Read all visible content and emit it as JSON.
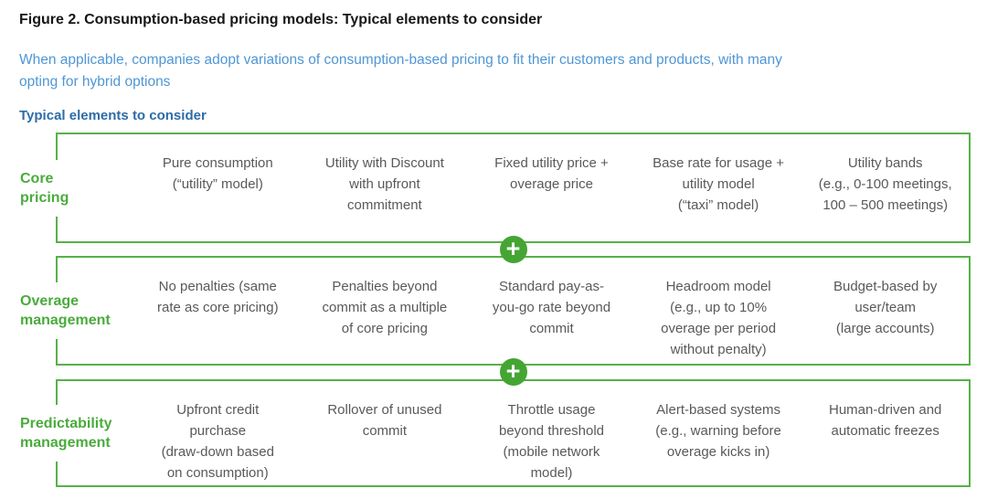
{
  "title": "Figure 2. Consumption-based pricing models: Typical elements to consider",
  "subtitle": "When applicable, companies adopt variations of consumption-based pricing to fit their customers and products, with many\nopting for hybrid options",
  "section_heading": "Typical elements to consider",
  "plus_icon_glyph": "+",
  "colors": {
    "green_label": "#4aab3c",
    "green_border": "#57b149",
    "green_circle": "#45a533",
    "subtitle_blue": "#4f96d4",
    "heading_blue": "#2d6ca8",
    "body_text_gray": "#58595b",
    "title_black": "#161616"
  },
  "rows": [
    {
      "label": "Core\npricing",
      "cells": [
        "Pure consumption\n(“utility” model)",
        "Utility with Discount\nwith upfront\ncommitment",
        "Fixed utility price +\noverage price",
        "Base rate for usage +\nutility model\n(“taxi” model)",
        "Utility bands\n(e.g., 0-100 meetings,\n100 – 500 meetings)"
      ]
    },
    {
      "label": "Overage\nmanagement",
      "cells": [
        "No penalties (same\nrate as core pricing)",
        "Penalties beyond\ncommit as a multiple\nof core pricing",
        "Standard pay-as-\nyou-go rate beyond\ncommit",
        "Headroom model\n(e.g., up to 10%\noverage per period\nwithout penalty)",
        "Budget-based by\nuser/team\n(large accounts)"
      ]
    },
    {
      "label": "Predictability\nmanagement",
      "cells": [
        "Upfront credit\npurchase\n(draw-down based\non consumption)",
        "Rollover of unused\ncommit",
        "Throttle usage\nbeyond threshold\n(mobile network\nmodel)",
        "Alert-based systems\n(e.g., warning before\noverage kicks in)",
        "Human-driven and\nautomatic freezes"
      ]
    }
  ]
}
